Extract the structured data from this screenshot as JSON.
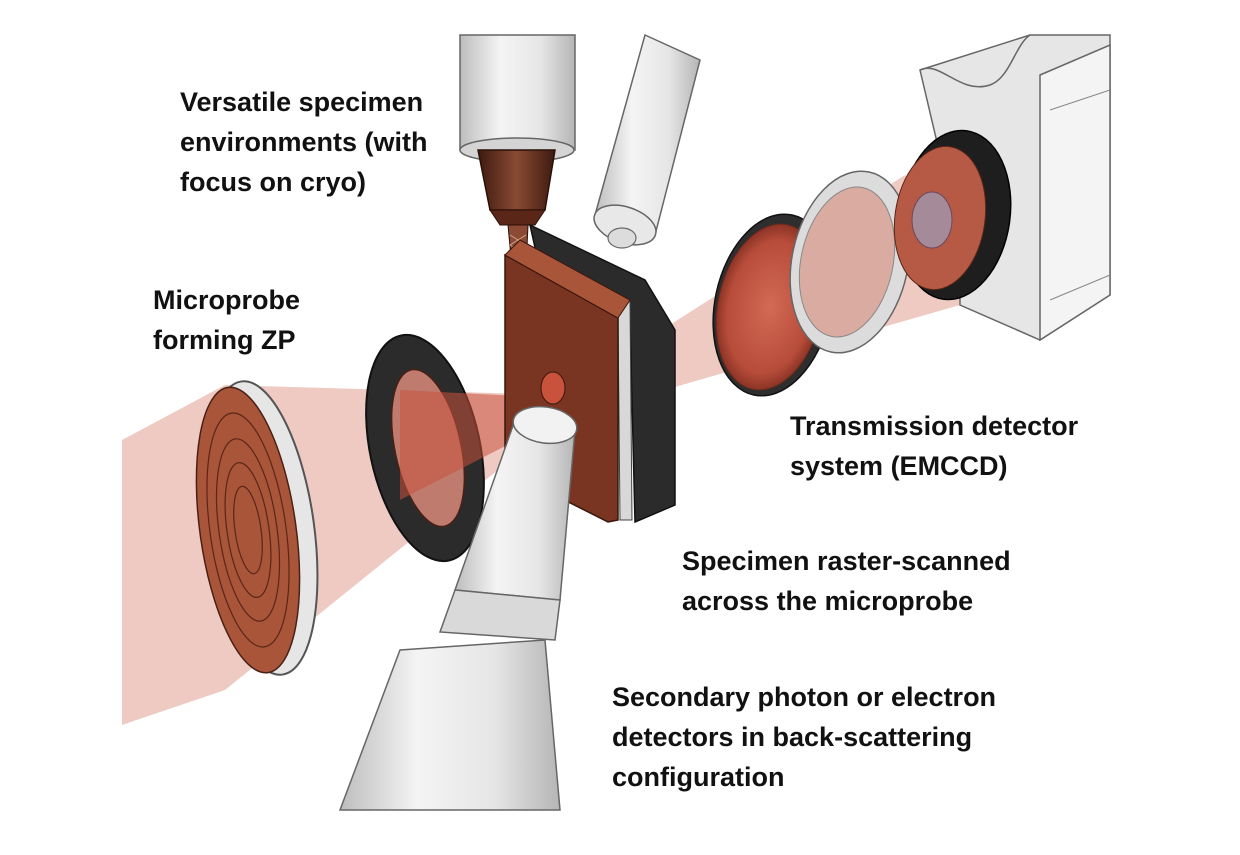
{
  "labels": {
    "specimen_environments": {
      "lines": [
        "Versatile specimen",
        "environments (with",
        "focus on cryo)"
      ]
    },
    "microprobe_zp": {
      "lines": [
        "Microprobe",
        "forming ZP"
      ]
    },
    "transmission_detector": {
      "lines": [
        "Transmission detector",
        "system (EMCCD)"
      ]
    },
    "raster_scan": {
      "lines": [
        "Specimen raster-scanned",
        "across the microprobe"
      ]
    },
    "secondary_detectors": {
      "lines": [
        "Secondary photon or electron",
        "detectors in back-scattering",
        "configuration"
      ]
    }
  },
  "colors": {
    "beam": "#d98a7a",
    "copper": "#7a3522",
    "copper_light": "#a8553a",
    "detector_gray": "#e2e2e2",
    "detector_dark": "#2b2b2b",
    "outline": "#333333"
  }
}
